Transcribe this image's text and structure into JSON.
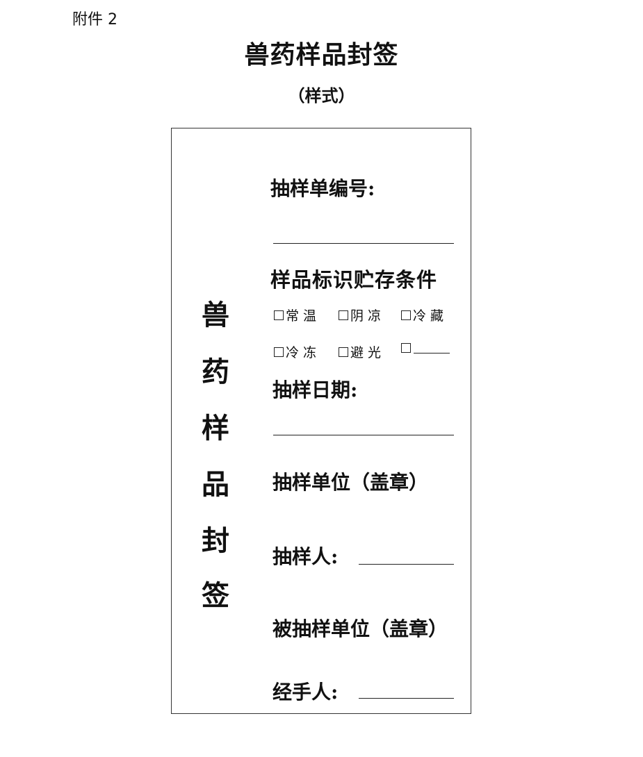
{
  "header": {
    "attachment": "附件 2",
    "title": "兽药样品封签",
    "subtitle": "（样式）"
  },
  "seal": {
    "vertical_title": [
      "兽",
      "药",
      "样",
      "品",
      "封",
      "签"
    ],
    "sample_number_label": "抽样单编号:",
    "storage_label": "样品标识贮存条件",
    "storage_options": [
      {
        "label": "常 温",
        "checked": false
      },
      {
        "label": "阴 凉",
        "checked": false
      },
      {
        "label": "冷 藏",
        "checked": false
      },
      {
        "label": "冷 冻",
        "checked": false
      },
      {
        "label": "避 光",
        "checked": false
      },
      {
        "label": "",
        "checked": false
      }
    ],
    "sampling_date_label": "抽样日期:",
    "sampling_unit_label": "抽样单位（盖章）",
    "sampler_label": "抽样人:",
    "sampled_unit_label": "被抽样单位（盖章）",
    "handler_label": "经手人:"
  }
}
